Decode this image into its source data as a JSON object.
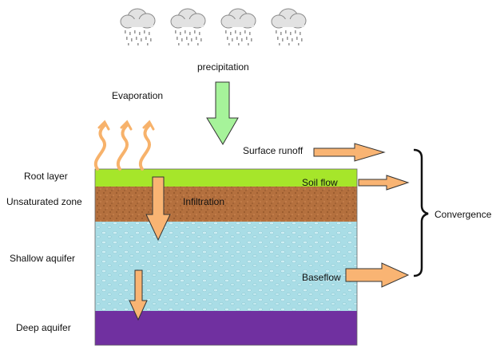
{
  "labels": {
    "precipitation": "precipitation",
    "evaporation": "Evaporation",
    "surface_runoff": "Surface runoff",
    "soil_flow": "Soil flow",
    "infiltration": "Infiltration",
    "baseflow": "Baseflow",
    "convergence": "Convergence",
    "root_layer": "Root layer",
    "unsaturated_zone": "Unsaturated zone",
    "shallow_aquifer": "Shallow aquifer",
    "deep_aquifer": "Deep aquifer"
  },
  "colors": {
    "root_layer": "#a6e62a",
    "unsaturated_zone": "#b4703e",
    "shallow_aquifer": "#a9dde6",
    "deep_aquifer": "#7030a0",
    "outflow_arrow": "#f9b473",
    "precip_arrow": "#a6f39a",
    "evaporation": "#f7b26b",
    "cloud": "#e2e2e2",
    "rain": "#9a9a9a"
  },
  "icons": {
    "cloud": "rain-cloud-icon",
    "evaporation": "evaporation-wave-icon"
  }
}
